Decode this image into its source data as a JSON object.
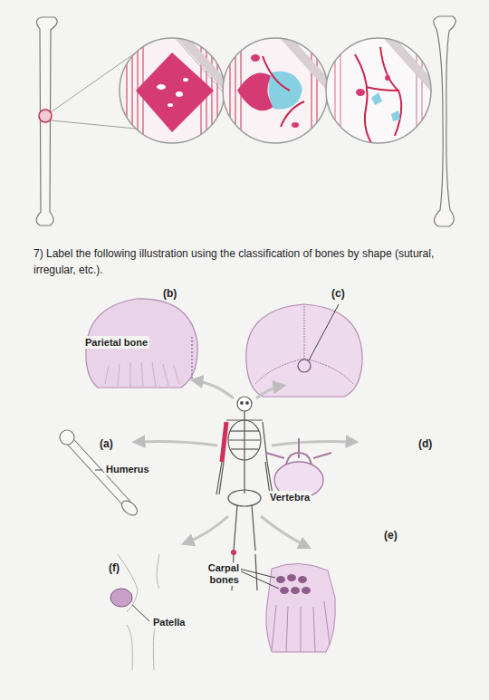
{
  "diagram": {
    "labels": [
      "7) Label the following illustration using the classification of bones by shape (sutural, irregular, etc.).",
      "(b)",
      "(c)",
      "Parietal bone",
      "(a)",
      "(d)",
      "Humerus",
      "Vertebra",
      "(e)",
      "(f)",
      "Carpal bones",
      "Patella"
    ]
  }
}
